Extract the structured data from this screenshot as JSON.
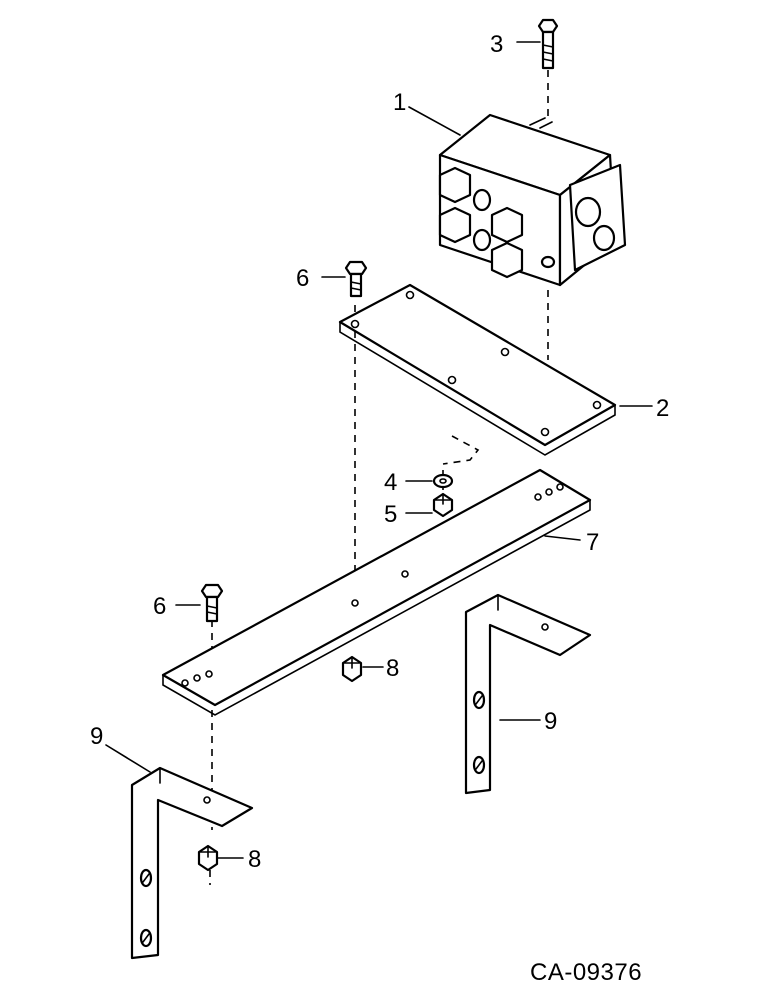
{
  "diagram": {
    "callouts": [
      {
        "id": "1",
        "text": "1"
      },
      {
        "id": "2",
        "text": "2"
      },
      {
        "id": "3",
        "text": "3"
      },
      {
        "id": "4",
        "text": "4"
      },
      {
        "id": "5",
        "text": "5"
      },
      {
        "id": "6a",
        "text": "6"
      },
      {
        "id": "6b",
        "text": "6"
      },
      {
        "id": "7",
        "text": "7"
      },
      {
        "id": "8a",
        "text": "8"
      },
      {
        "id": "8b",
        "text": "8"
      },
      {
        "id": "9a",
        "text": "9"
      },
      {
        "id": "9b",
        "text": "9"
      }
    ],
    "drawing_code": "CA-09376"
  }
}
